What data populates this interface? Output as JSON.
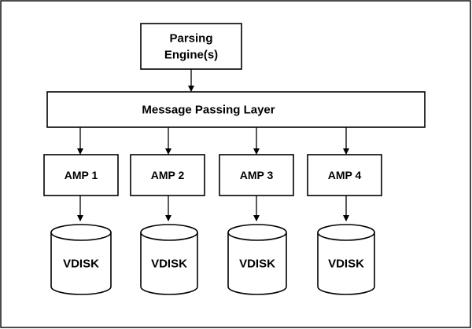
{
  "diagram": {
    "parsing_engine": {
      "line1": "Parsing",
      "line2": "Engine(s)"
    },
    "message_layer": {
      "label": "Message Passing Layer"
    },
    "amps": [
      {
        "label": "AMP 1"
      },
      {
        "label": "AMP 2"
      },
      {
        "label": "AMP 3"
      },
      {
        "label": "AMP 4"
      }
    ],
    "vdisks": [
      {
        "label": "VDISK"
      },
      {
        "label": "VDISK"
      },
      {
        "label": "VDISK"
      },
      {
        "label": "VDISK"
      }
    ],
    "colors": {
      "stroke": "#000000",
      "fill": "#ffffff"
    }
  }
}
